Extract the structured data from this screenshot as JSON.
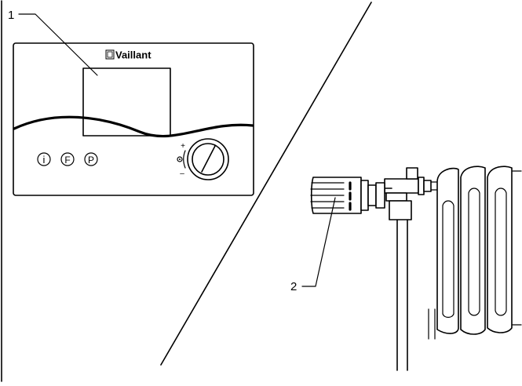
{
  "callouts": {
    "controller": "1",
    "valve": "2"
  },
  "brand": "Vaillant",
  "buttons": {
    "info": "i",
    "function": "F",
    "program": "P"
  },
  "knob_marks": {
    "plus": "+",
    "minus": "–"
  }
}
